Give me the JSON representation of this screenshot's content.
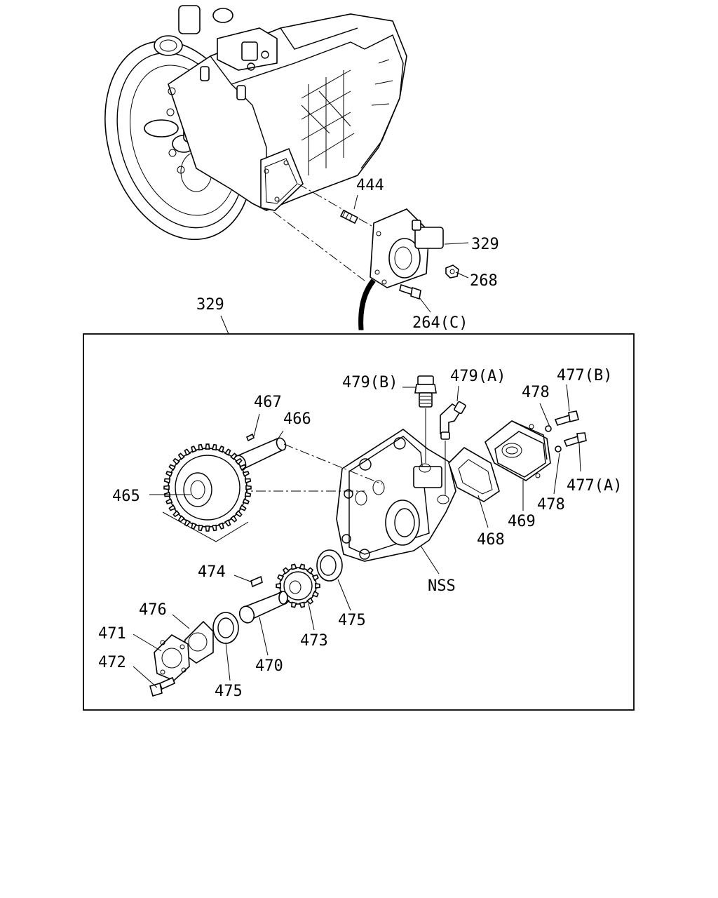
{
  "labels": {
    "top_444": "444",
    "top_329": "329",
    "top_268": "268",
    "top_264c": "264(C)",
    "box_329": "329",
    "l479b": "479(B)",
    "l479a": "479(A)",
    "l477b": "477(B)",
    "l478_top": "478",
    "l467": "467",
    "l466": "466",
    "l465": "465",
    "l477a": "477(A)",
    "l478_bottom": "478",
    "l469": "469",
    "l468": "468",
    "nss": "NSS",
    "l474": "474",
    "l476": "476",
    "l471": "471",
    "l472": "472",
    "l475_right": "475",
    "l473": "473",
    "l470": "470",
    "l475_left": "475"
  }
}
